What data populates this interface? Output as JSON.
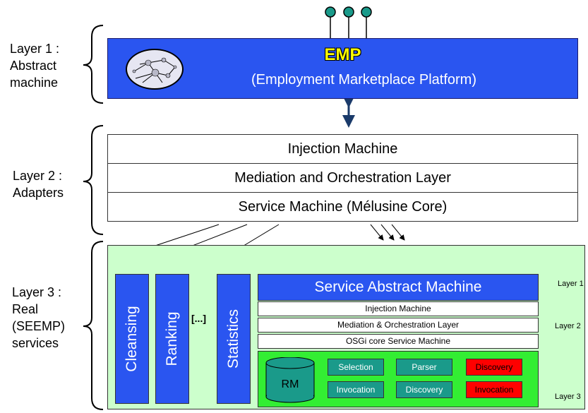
{
  "layers": [
    {
      "line1": "Layer 1 :",
      "line2": "Abstract",
      "line3": "machine",
      "line4": ""
    },
    {
      "line1": "Layer 2 :",
      "line2": "Adapters",
      "line3": "",
      "line4": ""
    },
    {
      "line1": "Layer 3 :",
      "line2": "Real",
      "line3": "(SEEMP)",
      "line4": "services"
    }
  ],
  "emp": {
    "title": "EMP",
    "subtitle": "(Employment Marketplace Platform)"
  },
  "adapters": [
    "Injection Machine",
    "Mediation and Orchestration Layer",
    "Service Machine (Mélusine Core)"
  ],
  "services": {
    "cleansing": "Cleansing",
    "ranking": "Ranking",
    "ellipsis": "[...]",
    "statistics": "Statistics"
  },
  "sam": {
    "title": "Service Abstract Machine",
    "rows": [
      "Injection Machine",
      "Mediation & Orchestration Layer",
      "OSGi core Service Machine"
    ],
    "rm": "RM",
    "cells": [
      {
        "label": "Selection",
        "color": "#1a9a8a"
      },
      {
        "label": "Parser",
        "color": "#1a9a8a"
      },
      {
        "label": "Discovery",
        "color": "#ff0000"
      },
      {
        "label": "Invocation",
        "color": "#1a9a8a"
      },
      {
        "label": "Discovery",
        "color": "#1a9a8a"
      },
      {
        "label": "Invocation",
        "color": "#ff0000"
      }
    ]
  },
  "right_labels": [
    "Layer 1",
    "Layer 2",
    "Layer 3"
  ]
}
